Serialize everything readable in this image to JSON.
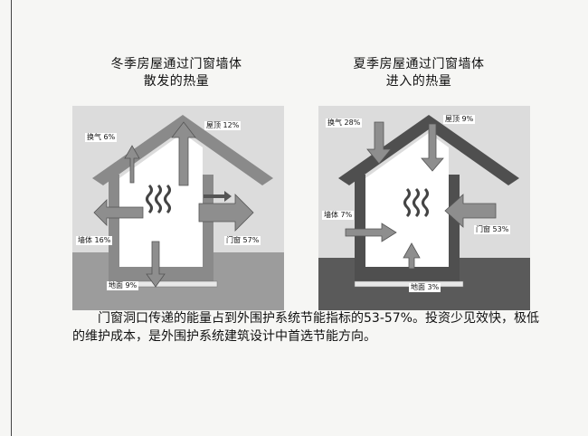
{
  "winter": {
    "title_line1": "冬季房屋通过门窗墙体",
    "title_line2": "散发的热量",
    "labels": {
      "ventilation": "换气 6%",
      "roof": "屋顶 12%",
      "wall": "墙体 16%",
      "doors_windows": "门窗 57%",
      "floor": "地面 9%"
    }
  },
  "summer": {
    "title_line1": "夏季房屋通过门窗墙体",
    "title_line2": "进入的热量",
    "labels": {
      "ventilation": "换气 28%",
      "roof": "屋顶 9%",
      "wall": "墙体 7%",
      "doors_windows": "门窗 53%",
      "floor": "地面 3%"
    }
  },
  "caption": "门窗洞口传递的能量占到外围护系统节能指标的53-57%。投资少见效快，极低的维护成本，是外围护系统建筑设计中首选节能方向。",
  "colors": {
    "house_winter": "#8a8a8a",
    "house_summer": "#555555",
    "sky": "#dedede",
    "ground": "#9a9a9a",
    "arrow": "#8c8c8c",
    "interior": "#ffffff"
  }
}
